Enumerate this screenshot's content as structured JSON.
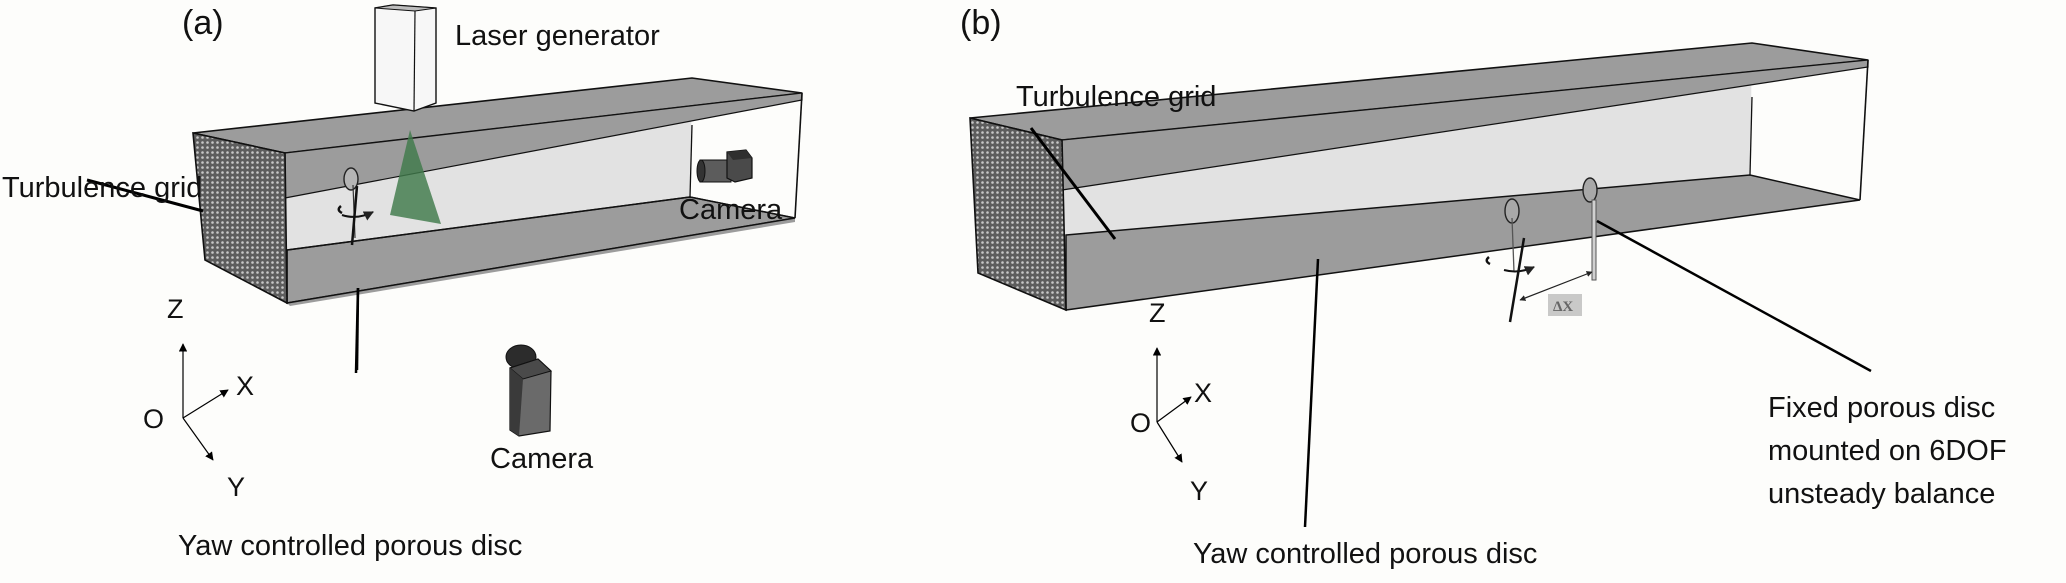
{
  "figure": {
    "panels": [
      {
        "id": "a",
        "label": "(a)",
        "labels": {
          "laser": "Laser generator",
          "grid": "Turbulence grid",
          "camera_side": "Camera",
          "camera_bottom": "Camera",
          "disc": "Yaw controlled porous disc"
        },
        "axes": {
          "z": "Z",
          "x": "X",
          "y": "Y",
          "origin": "O"
        },
        "laser_sheet_color": "#3f7a4a"
      },
      {
        "id": "b",
        "label": "(b)",
        "labels": {
          "grid": "Turbulence grid",
          "disc": "Yaw controlled porous disc",
          "fixed_disc_line1": "Fixed porous disc",
          "fixed_disc_line2": "mounted on 6DOF",
          "fixed_disc_line3": "unsteady balance",
          "spacing": "ΔX"
        },
        "axes": {
          "z": "Z",
          "x": "X",
          "y": "Y",
          "origin": "O"
        }
      }
    ],
    "colors": {
      "tunnel_wall": "#9c9c9c",
      "back_wall": "#e2e2e2",
      "grid_face": "#6e6e6e",
      "camera_body": "#4a4a4a",
      "laser_body": "#f7f7f7"
    }
  }
}
